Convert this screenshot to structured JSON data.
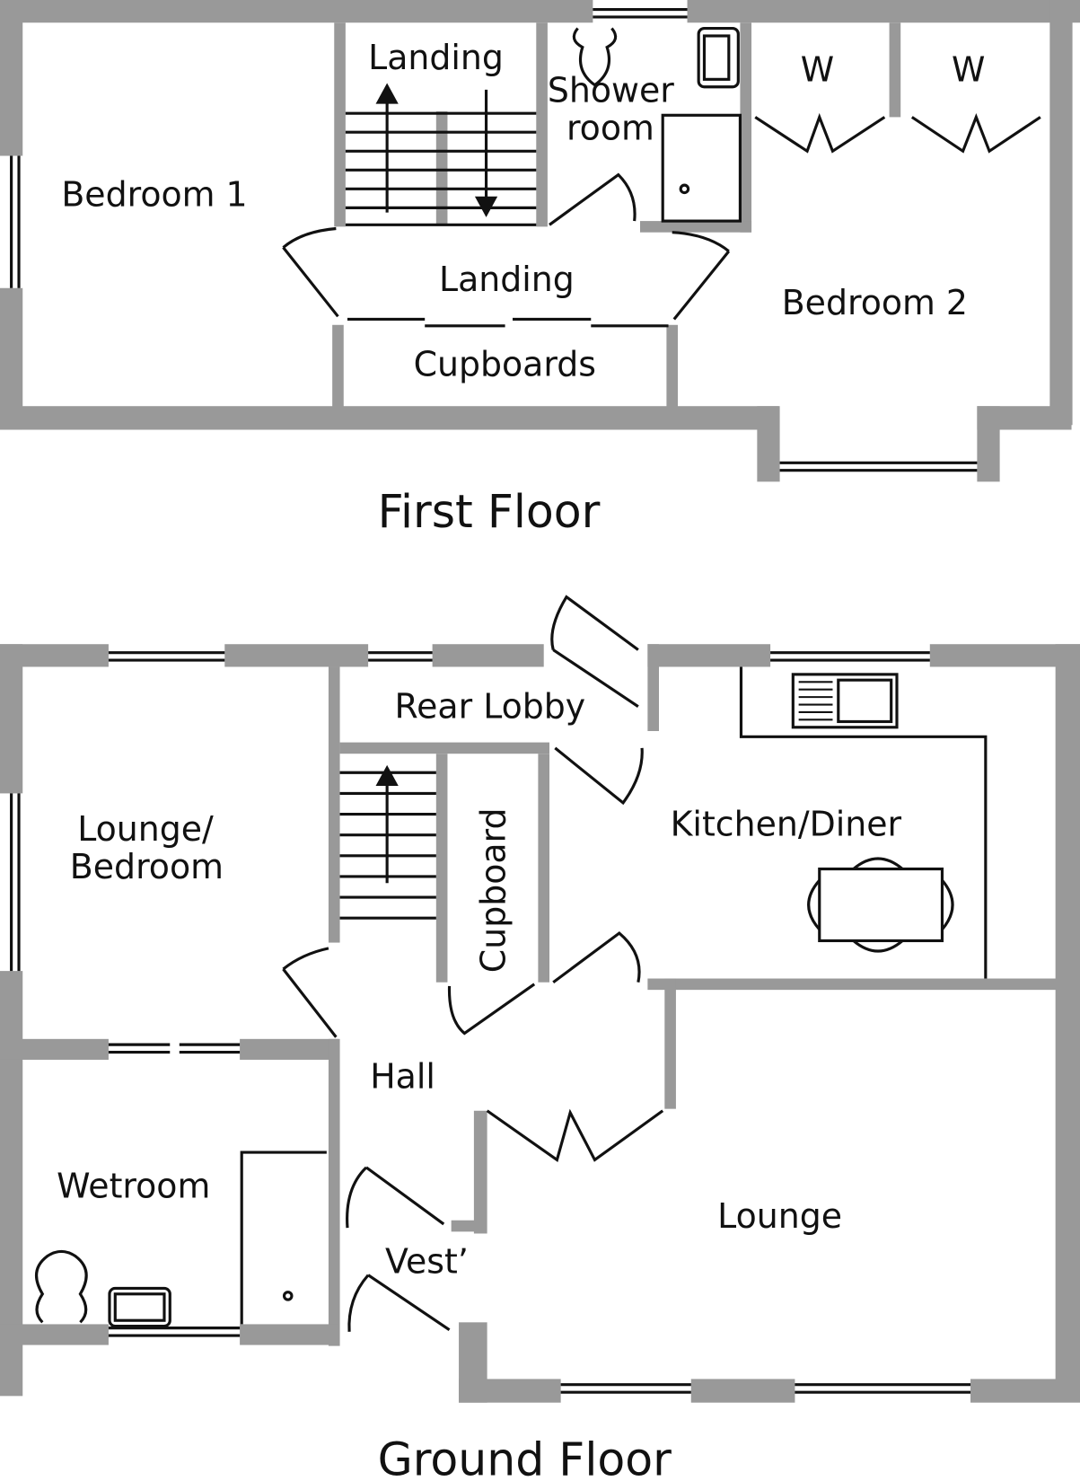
{
  "first_floor": {
    "title": "First Floor",
    "rooms": {
      "bedroom1": "Bedroom 1",
      "landing_top": "Landing",
      "shower_1": "Shower",
      "shower_2": "room",
      "wardrobe_1": "W",
      "wardrobe_2": "W",
      "landing": "Landing",
      "cupboards": "Cupboards",
      "bedroom2": "Bedroom 2"
    }
  },
  "ground_floor": {
    "title": "Ground Floor",
    "rooms": {
      "rear_lobby": "Rear Lobby",
      "lounge_bedroom_1": "Lounge/",
      "lounge_bedroom_2": "Bedroom",
      "cupboard": "Cupboard",
      "kitchen": "Kitchen/Diner",
      "hall": "Hall",
      "wetroom": "Wetroom",
      "vest": "Vest’",
      "lounge": "Lounge"
    }
  },
  "colors": {
    "wall": "#999999",
    "line": "#111111"
  }
}
